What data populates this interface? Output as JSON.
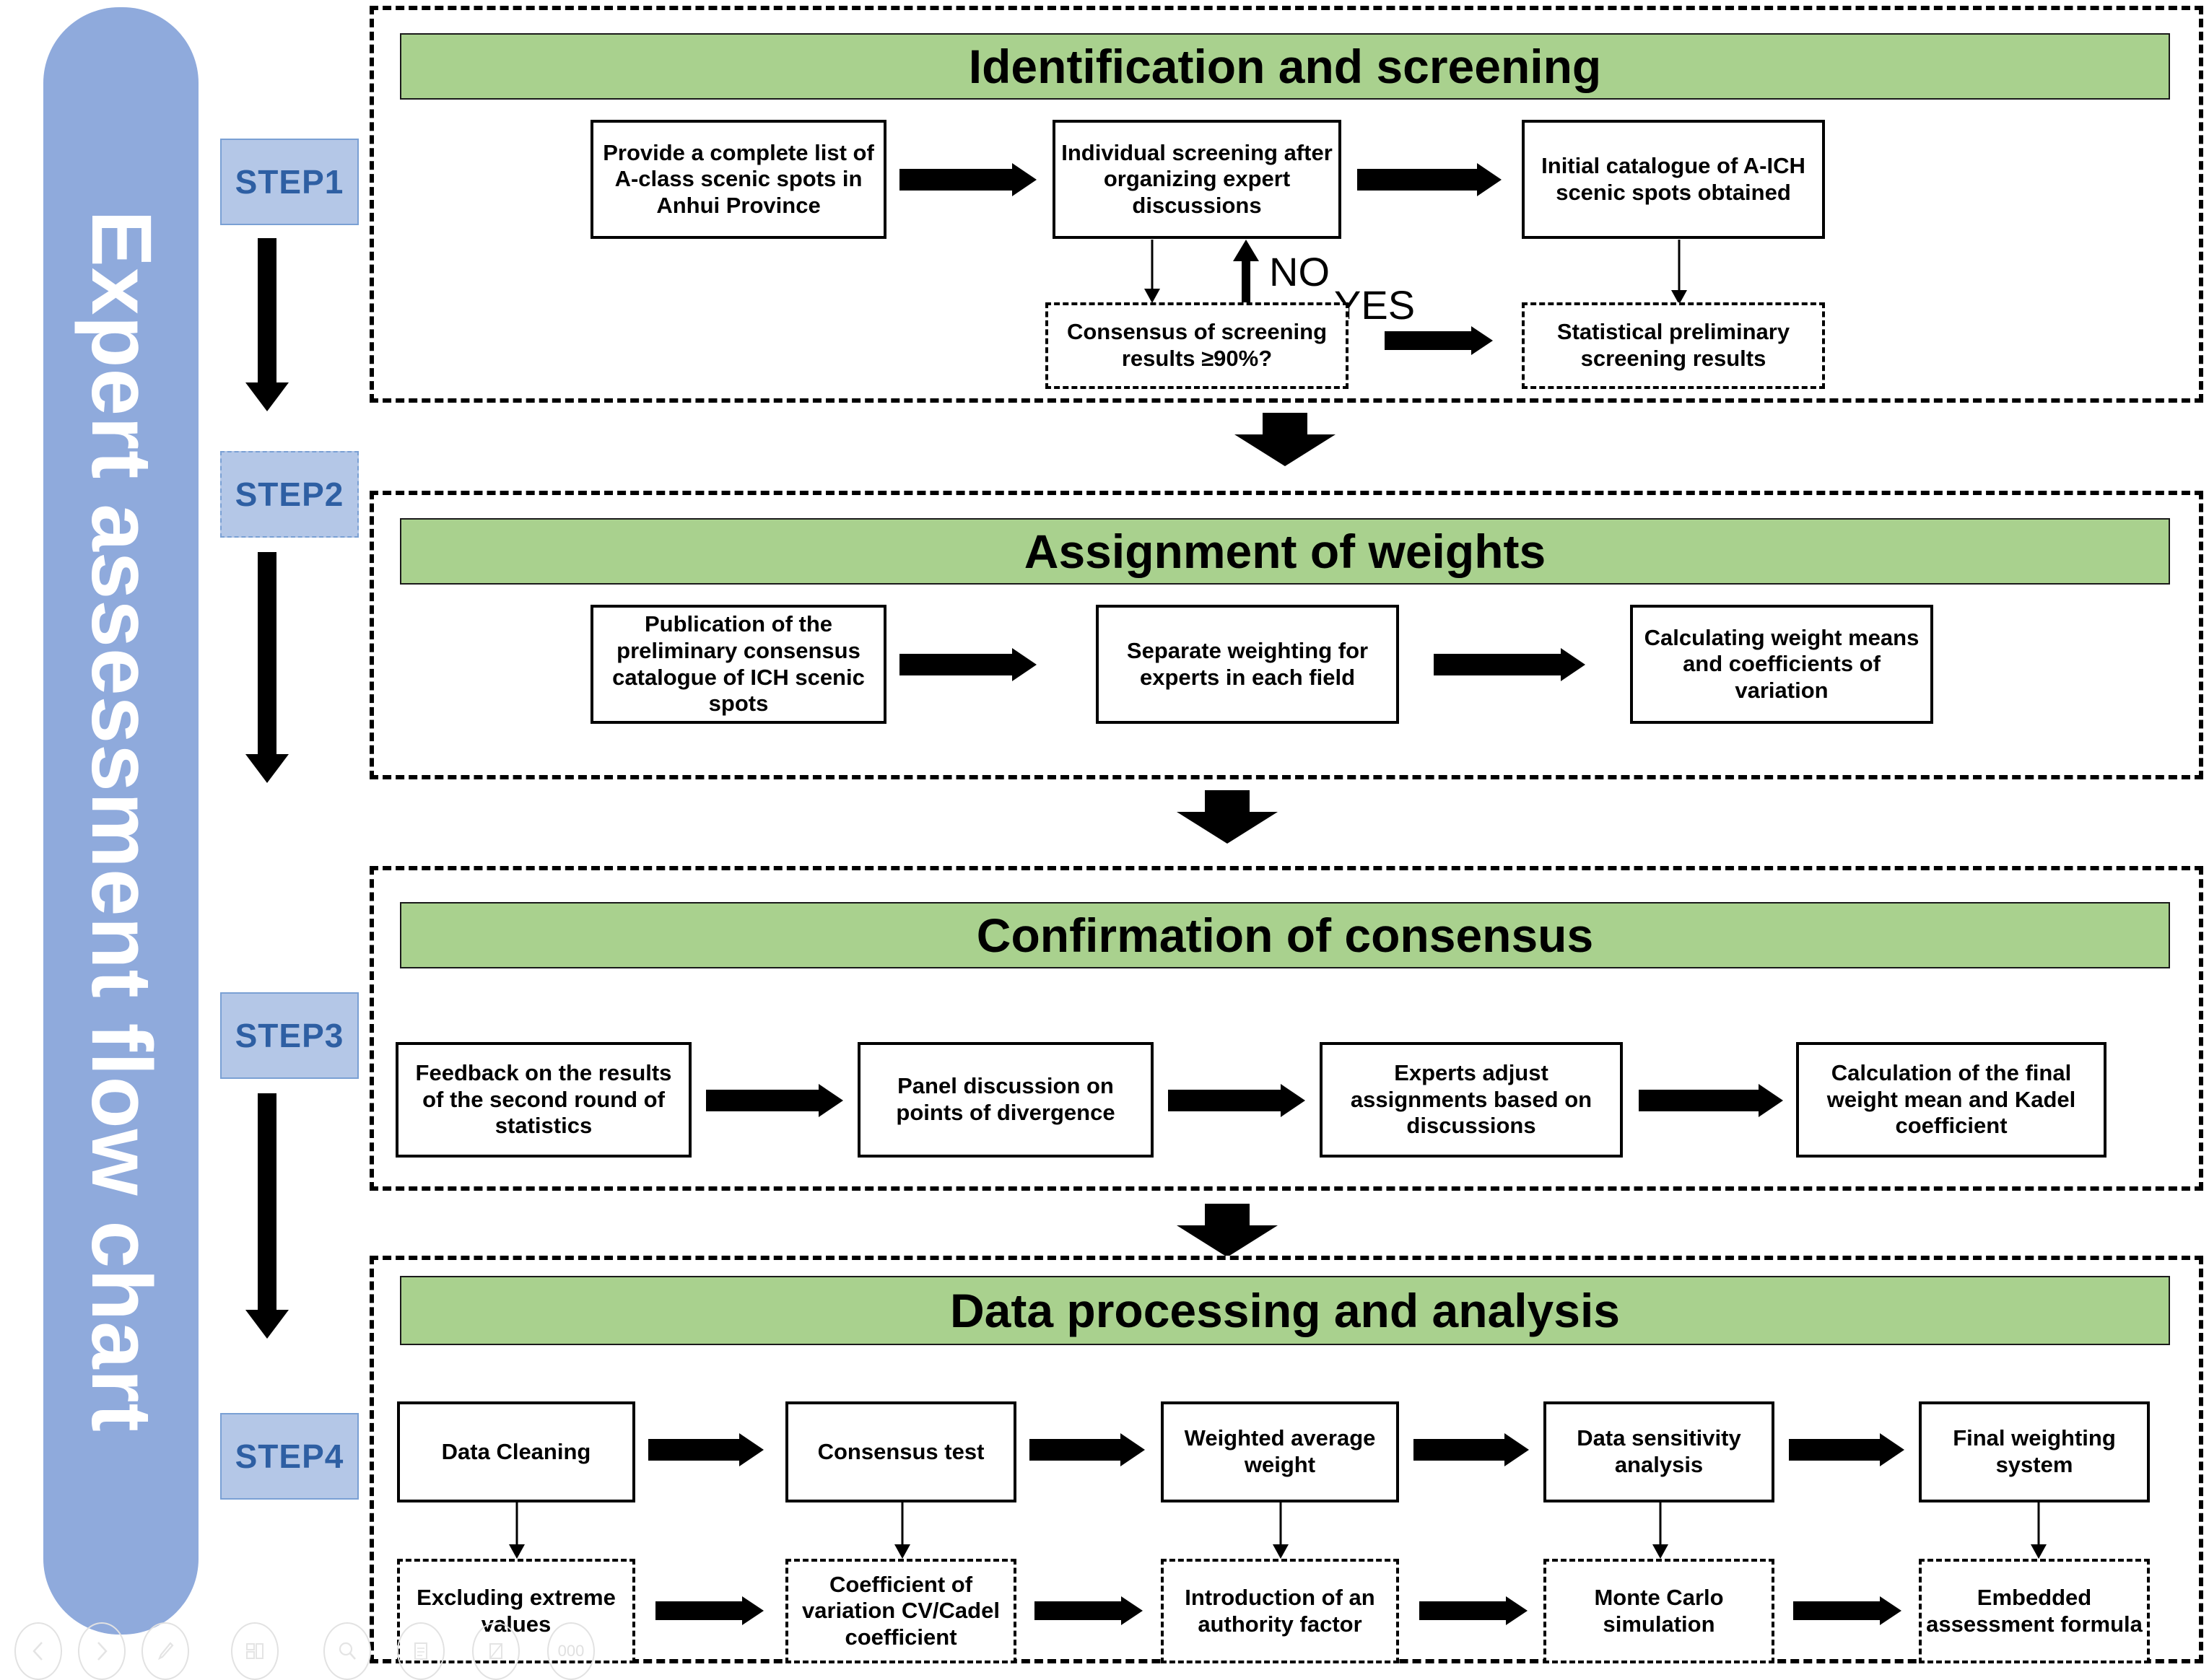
{
  "sidebar": {
    "title": "Expert assessment flow chart",
    "color": "#8FAADC"
  },
  "steps": [
    {
      "label": "STEP1"
    },
    {
      "label": "STEP2"
    },
    {
      "label": "STEP3"
    },
    {
      "label": "STEP4"
    }
  ],
  "colors": {
    "panel_header_green": "#A9D18E",
    "step_chip_blue": "#B4C7E7",
    "step_text_blue": "#2E5FA3",
    "sidebar_blue": "#8FAADC"
  },
  "sections": [
    {
      "title": "Identification and screening",
      "row1": [
        "Provide a complete list of A-class scenic spots in Anhui Province",
        "Individual screening after organizing expert discussions",
        "Initial catalogue of A-ICH scenic spots obtained"
      ],
      "row2": [
        "Consensus of screening results ≥90%?",
        "Statistical preliminary screening results"
      ],
      "labels": {
        "no": "NO",
        "yes": "YES"
      }
    },
    {
      "title": "Assignment of weights",
      "row1": [
        "Publication of the preliminary consensus catalogue of ICH scenic spots",
        "Separate weighting for experts in each field",
        "Calculating weight means and coefficients of variation"
      ]
    },
    {
      "title": "Confirmation of consensus",
      "row1": [
        "Feedback on the results of the second round of statistics",
        "Panel discussion on points of divergence",
        "Experts adjust assignments based on discussions",
        "Calculation of the final weight mean and Kadel coefficient"
      ]
    },
    {
      "title": "Data processing and analysis",
      "row1": [
        "Data Cleaning",
        "Consensus test",
        "Weighted average weight",
        "Data sensitivity analysis",
        "Final weighting system"
      ],
      "row2": [
        "Excluding extreme values",
        "Coefficient of variation CV/Cadel coefficient",
        "Introduction of an authority factor",
        "Monte Carlo simulation",
        "Embedded assessment formula"
      ]
    }
  ],
  "toolbar": {
    "items": [
      {
        "icon": "back-arrow-icon"
      },
      {
        "icon": "forward-arrow-icon"
      },
      {
        "icon": "pen-icon"
      },
      {
        "icon": "layout-icon"
      },
      {
        "icon": "search-icon"
      },
      {
        "icon": "document-icon"
      },
      {
        "icon": "text-icon"
      },
      {
        "icon": "more-icon",
        "label": "000"
      }
    ]
  }
}
